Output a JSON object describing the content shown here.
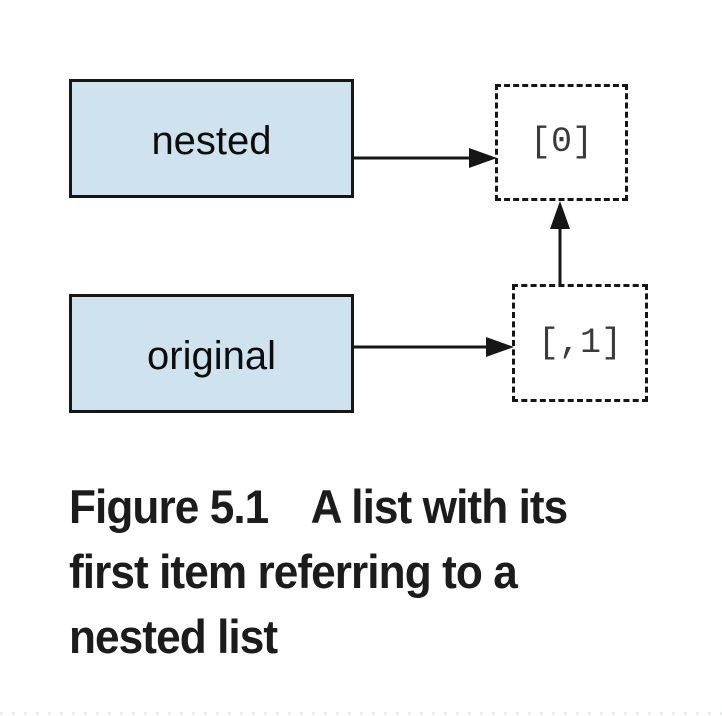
{
  "diagram": {
    "variable_boxes": [
      {
        "label": "nested",
        "points_to": "[0]"
      },
      {
        "label": "original",
        "points_to": "[,1]"
      }
    ],
    "list_boxes": [
      {
        "content": "[0]"
      },
      {
        "content": "[,1]"
      }
    ],
    "arrows": [
      {
        "from": "nested variable box",
        "to": "list box [0]",
        "direction": "right"
      },
      {
        "from": "original variable box",
        "to": "list box [,1]",
        "direction": "right"
      },
      {
        "from": "first slot of list [,1]",
        "to": "list box [0]",
        "direction": "up"
      }
    ],
    "colors": {
      "page_background": "#ffffff",
      "variable_box_fill": "#cfe3ef",
      "box_border": "#161616",
      "arrow_line": "#161616",
      "mono_text": "#3a3a3a",
      "caption_text": "#1c1c1c",
      "bottom_dots": "#e8edf2"
    }
  },
  "caption": {
    "figure_label": "Figure 5.1",
    "title_line1": "A list with its",
    "title_line2": "first item referring to a",
    "title_line3": "nested list"
  }
}
